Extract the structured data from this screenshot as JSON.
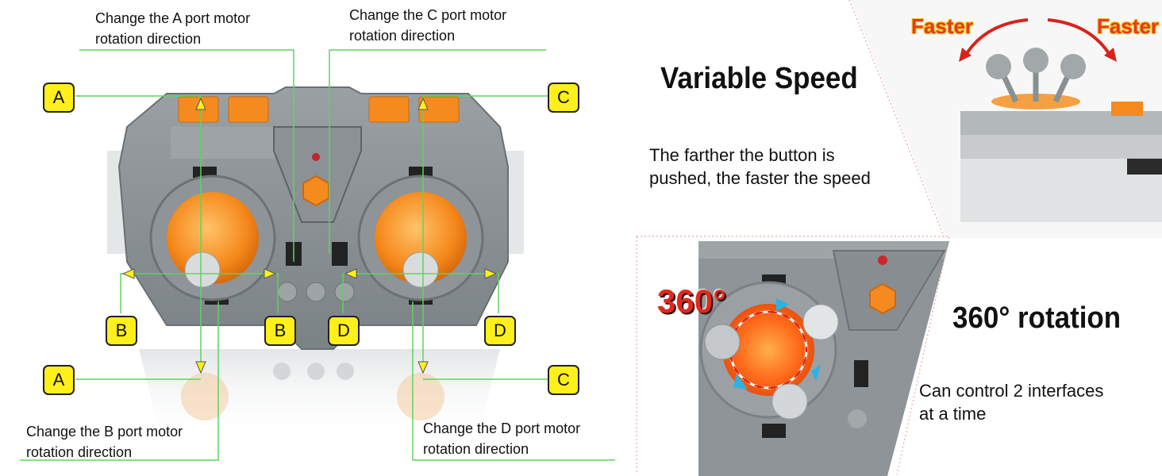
{
  "labels": {
    "a_top": "Change the A port motor rotation direction",
    "a_top_line1": "Change the A port motor",
    "a_top_line2": "rotation direction",
    "c_top_line1": "Change the C port motor",
    "c_top_line2": "rotation direction",
    "b_bottom_line1": "Change the B port motor",
    "b_bottom_line2": "rotation direction",
    "d_bottom_line1": "Change the D port motor",
    "d_bottom_line2": "rotation direction"
  },
  "tags": {
    "a": "A",
    "b": "B",
    "c": "C",
    "d": "D"
  },
  "variable_speed": {
    "title": "Variable Speed",
    "desc_line1": "The farther the button is",
    "desc_line2": "pushed, the faster the speed",
    "faster_left": "Faster",
    "faster_right": "Faster"
  },
  "rotation": {
    "badge": "360°",
    "title": "360° rotation",
    "desc_line1": "Can control 2 interfaces",
    "desc_line2": "at a time"
  },
  "colors": {
    "callout_line": "#5fd35f",
    "tag_fill": "#ffef1a",
    "remote_gray": "#8a9094",
    "button_orange": "#f58a1f",
    "faster_red": "#e53a1e"
  }
}
